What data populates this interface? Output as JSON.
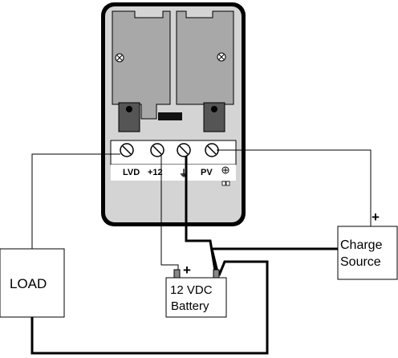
{
  "controller": {
    "terminals": [
      "LVD",
      "+12",
      "⏚",
      "PV"
    ]
  },
  "load": {
    "label": "LOAD"
  },
  "battery": {
    "line1": "12 VDC",
    "line2": "Battery",
    "polarity": "+"
  },
  "charge_source": {
    "line1": "Charge",
    "line2": "Source",
    "polarity": "+"
  },
  "colors": {
    "housing": "#000000",
    "panel": "#d4d4d4",
    "heatsink": "#a8a8a8",
    "accent_dark": "#111111"
  },
  "icons": [
    "screw-terminal-icon",
    "mounting-screw-icon",
    "ground-symbol-icon"
  ]
}
